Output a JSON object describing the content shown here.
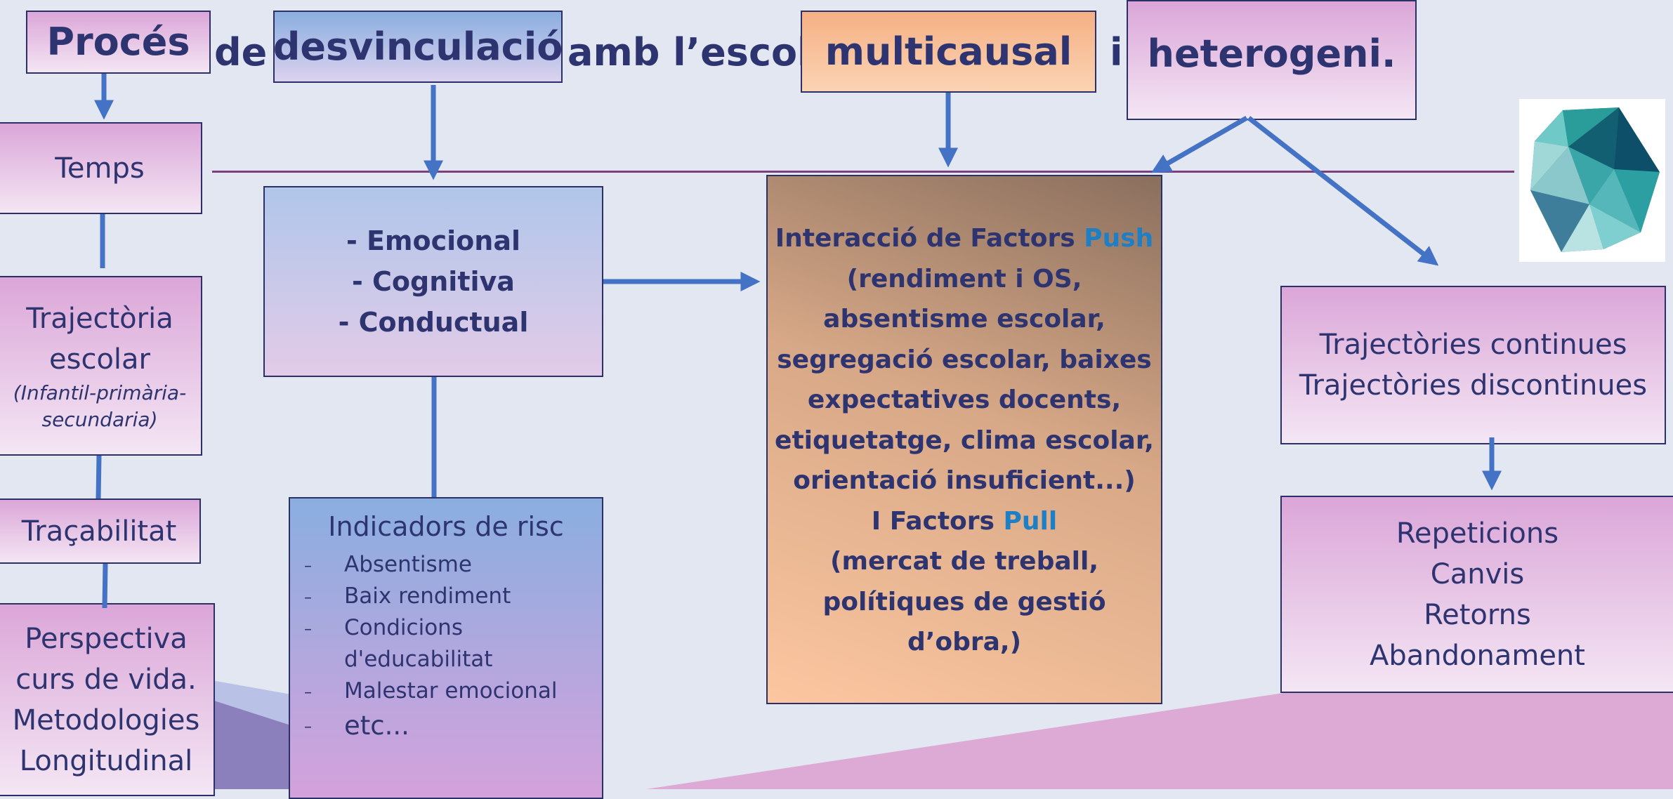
{
  "title_row": {
    "w1": "Procés",
    "w2": "de",
    "w3": "desvinculació",
    "w4": "amb l’escola,",
    "w5": "multicausal",
    "w6": "i",
    "w7": "heterogeni."
  },
  "left_column": {
    "temps": "Temps",
    "trajectoria_line1": "Trajectòria",
    "trajectoria_line2": "escolar",
    "trajectoria_sub_line1": "(Infantil-primària-",
    "trajectoria_sub_line2": "secundaria)",
    "tracabilitat": "Traçabilitat",
    "perspectiva_lines": [
      "Perspectiva",
      "curs de vida.",
      "Metodologies",
      "Longitudinal"
    ]
  },
  "dimensions": [
    "- Emocional",
    "- Cognitiva",
    "- Conductual"
  ],
  "indicadors": {
    "title": "Indicadors de risc",
    "items": [
      "Absentisme",
      "Baix rendiment",
      "Condicions",
      "d'educabilitat",
      "Malestar emocional",
      "etc..."
    ]
  },
  "factors": {
    "line1_prefix": "Interacció de Factors",
    "line1_accent": "Push",
    "push_lines": [
      "(rendiment i OS,",
      "absentisme escolar,",
      "segregació escolar, baixes",
      "expectatives docents,",
      "etiquetatge, clima escolar,",
      "orientació insuficient...)"
    ],
    "pull_prefix": "I Factors",
    "pull_accent": "Pull",
    "pull_lines": [
      "(mercat de treball,",
      "polítiques de gestió",
      "d’obra,)"
    ]
  },
  "trajectories": [
    "Trajectòries continues",
    "Trajectòries discontinues"
  ],
  "outcomes": [
    "Repeticions",
    "Canvis",
    "Retorns",
    "Abandonament"
  ],
  "colors": {
    "text": "#2e3470",
    "accent": "#1f7fc4",
    "arrow": "#4472c4",
    "rule": "#7d3e7d",
    "background": "#e3e7f2"
  }
}
